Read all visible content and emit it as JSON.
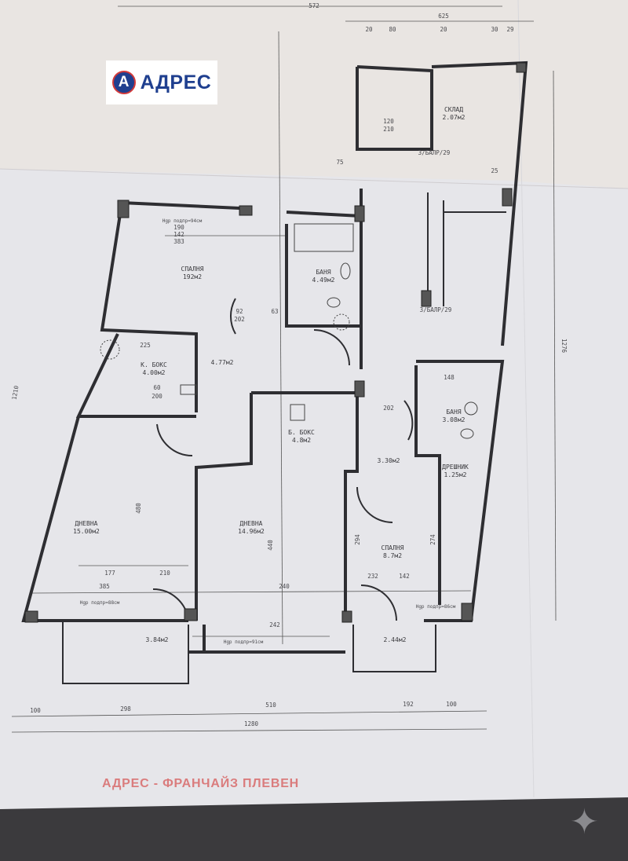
{
  "logo": {
    "text": "АДРЕС",
    "mark": "А",
    "brand_color": "#1f3f8f",
    "accent_color": "#d23a3a"
  },
  "watermark": "АДРЕС - ФРАНЧАЙЗ ПЛЕВЕН",
  "sparkle_icon": "✦",
  "rooms": {
    "bedroom1": {
      "name": "СПАЛНЯ",
      "area": "192м2"
    },
    "bath1": {
      "name": "БАНЯ",
      "area": "4.49м2"
    },
    "kbox": {
      "name": "К. БОКС",
      "area": "4.00м2"
    },
    "hall": {
      "name": "",
      "area": "4.77м2"
    },
    "living1": {
      "name": "ДНЕВНА",
      "area": "15.00м2"
    },
    "living2": {
      "name": "ДНЕВНА",
      "area": "14.96м2"
    },
    "kitchen2": {
      "name": "Б. БОКС",
      "area": "4.8м2"
    },
    "storage": {
      "name": "СКЛАД",
      "area": "2.07м2"
    },
    "bath2": {
      "name": "БАНЯ",
      "area": "3.08м2"
    },
    "wardrobe": {
      "name": "ДРЕШНИК",
      "area": "1.25м2"
    },
    "bedroom2": {
      "name": "СПАЛНЯ",
      "area": "8.7м2"
    },
    "hall2": {
      "name": "",
      "area": "3.30м2"
    },
    "balcony1": {
      "name": "",
      "area": "3.84м2"
    },
    "balcony2": {
      "name": "",
      "area": "2.44м2"
    }
  },
  "dimensions": {
    "top_total": "572",
    "top_right": [
      "20",
      "80",
      "20",
      "30",
      "29"
    ],
    "top_right_total": "625",
    "bottom": [
      "100",
      "298",
      "510",
      "192",
      "100"
    ],
    "bottom_total": "1280",
    "left_vertical": "1210",
    "right_vertical": "1276",
    "inner": [
      "383",
      "190",
      "142",
      "92",
      "202",
      "63",
      "225",
      "60",
      "200",
      "385",
      "240",
      "242",
      "177",
      "210",
      "232",
      "142",
      "75",
      "120",
      "210",
      "25",
      "148",
      "202",
      "480",
      "440",
      "294",
      "274"
    ]
  },
  "annotations": {
    "stairs_1": "3/БАЛР/29",
    "stairs_2": "3/БАЛР/29",
    "sill1": "Hgp подпр=94см",
    "sill2": "Hgp подпр=88см",
    "sill3": "Hgp подпр=91см",
    "sill4": "Hgp подпр=86см"
  }
}
